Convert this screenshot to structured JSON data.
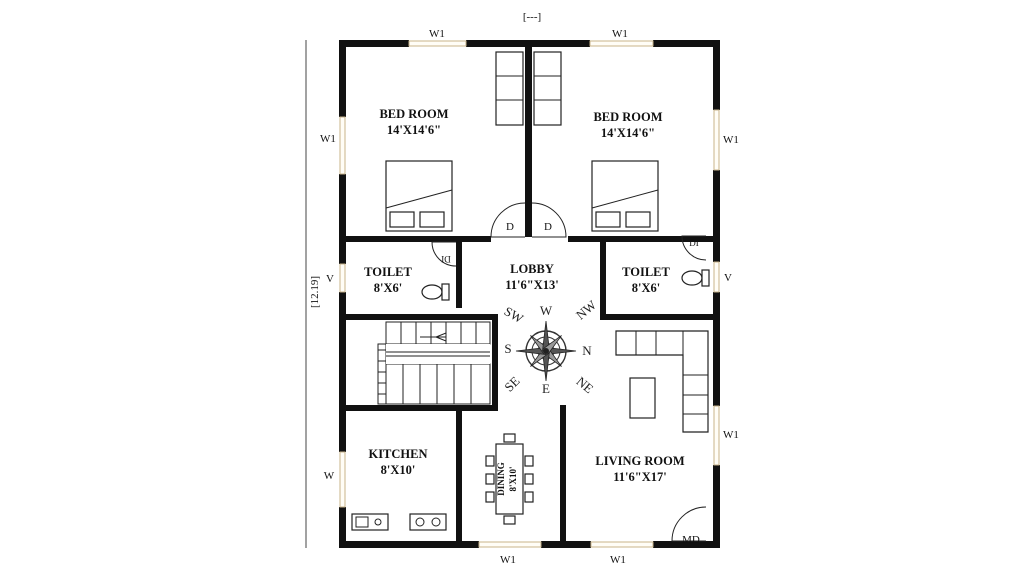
{
  "plan": {
    "top_strip_label": "[---]",
    "side_dimension": "[12.19]",
    "rooms": {
      "bed_left": {
        "name": "BED ROOM",
        "size": "14'X14'6\""
      },
      "bed_right": {
        "name": "BED ROOM",
        "size": "14'X14'6\""
      },
      "toilet_left": {
        "name": "TOILET",
        "size": "8'X6'"
      },
      "toilet_right": {
        "name": "TOILET",
        "size": "8'X6'"
      },
      "lobby": {
        "name": "LOBBY",
        "size": "11'6\"X13'"
      },
      "kitchen": {
        "name": "KITCHEN",
        "size": "8'X10'"
      },
      "dining": {
        "name": "DINING",
        "size": "8'X10'"
      },
      "living": {
        "name": "LIVING ROOM",
        "size": "11'6\"X17'"
      }
    },
    "openings": {
      "w1": "W1",
      "w": "W",
      "v": "V",
      "d": "D",
      "dl": "DI",
      "md": "MD"
    },
    "compass": {
      "n": "N",
      "s": "S",
      "w": "W",
      "e": "E",
      "nw": "NW",
      "ne": "NE",
      "sw": "SW",
      "se": "SE"
    }
  }
}
